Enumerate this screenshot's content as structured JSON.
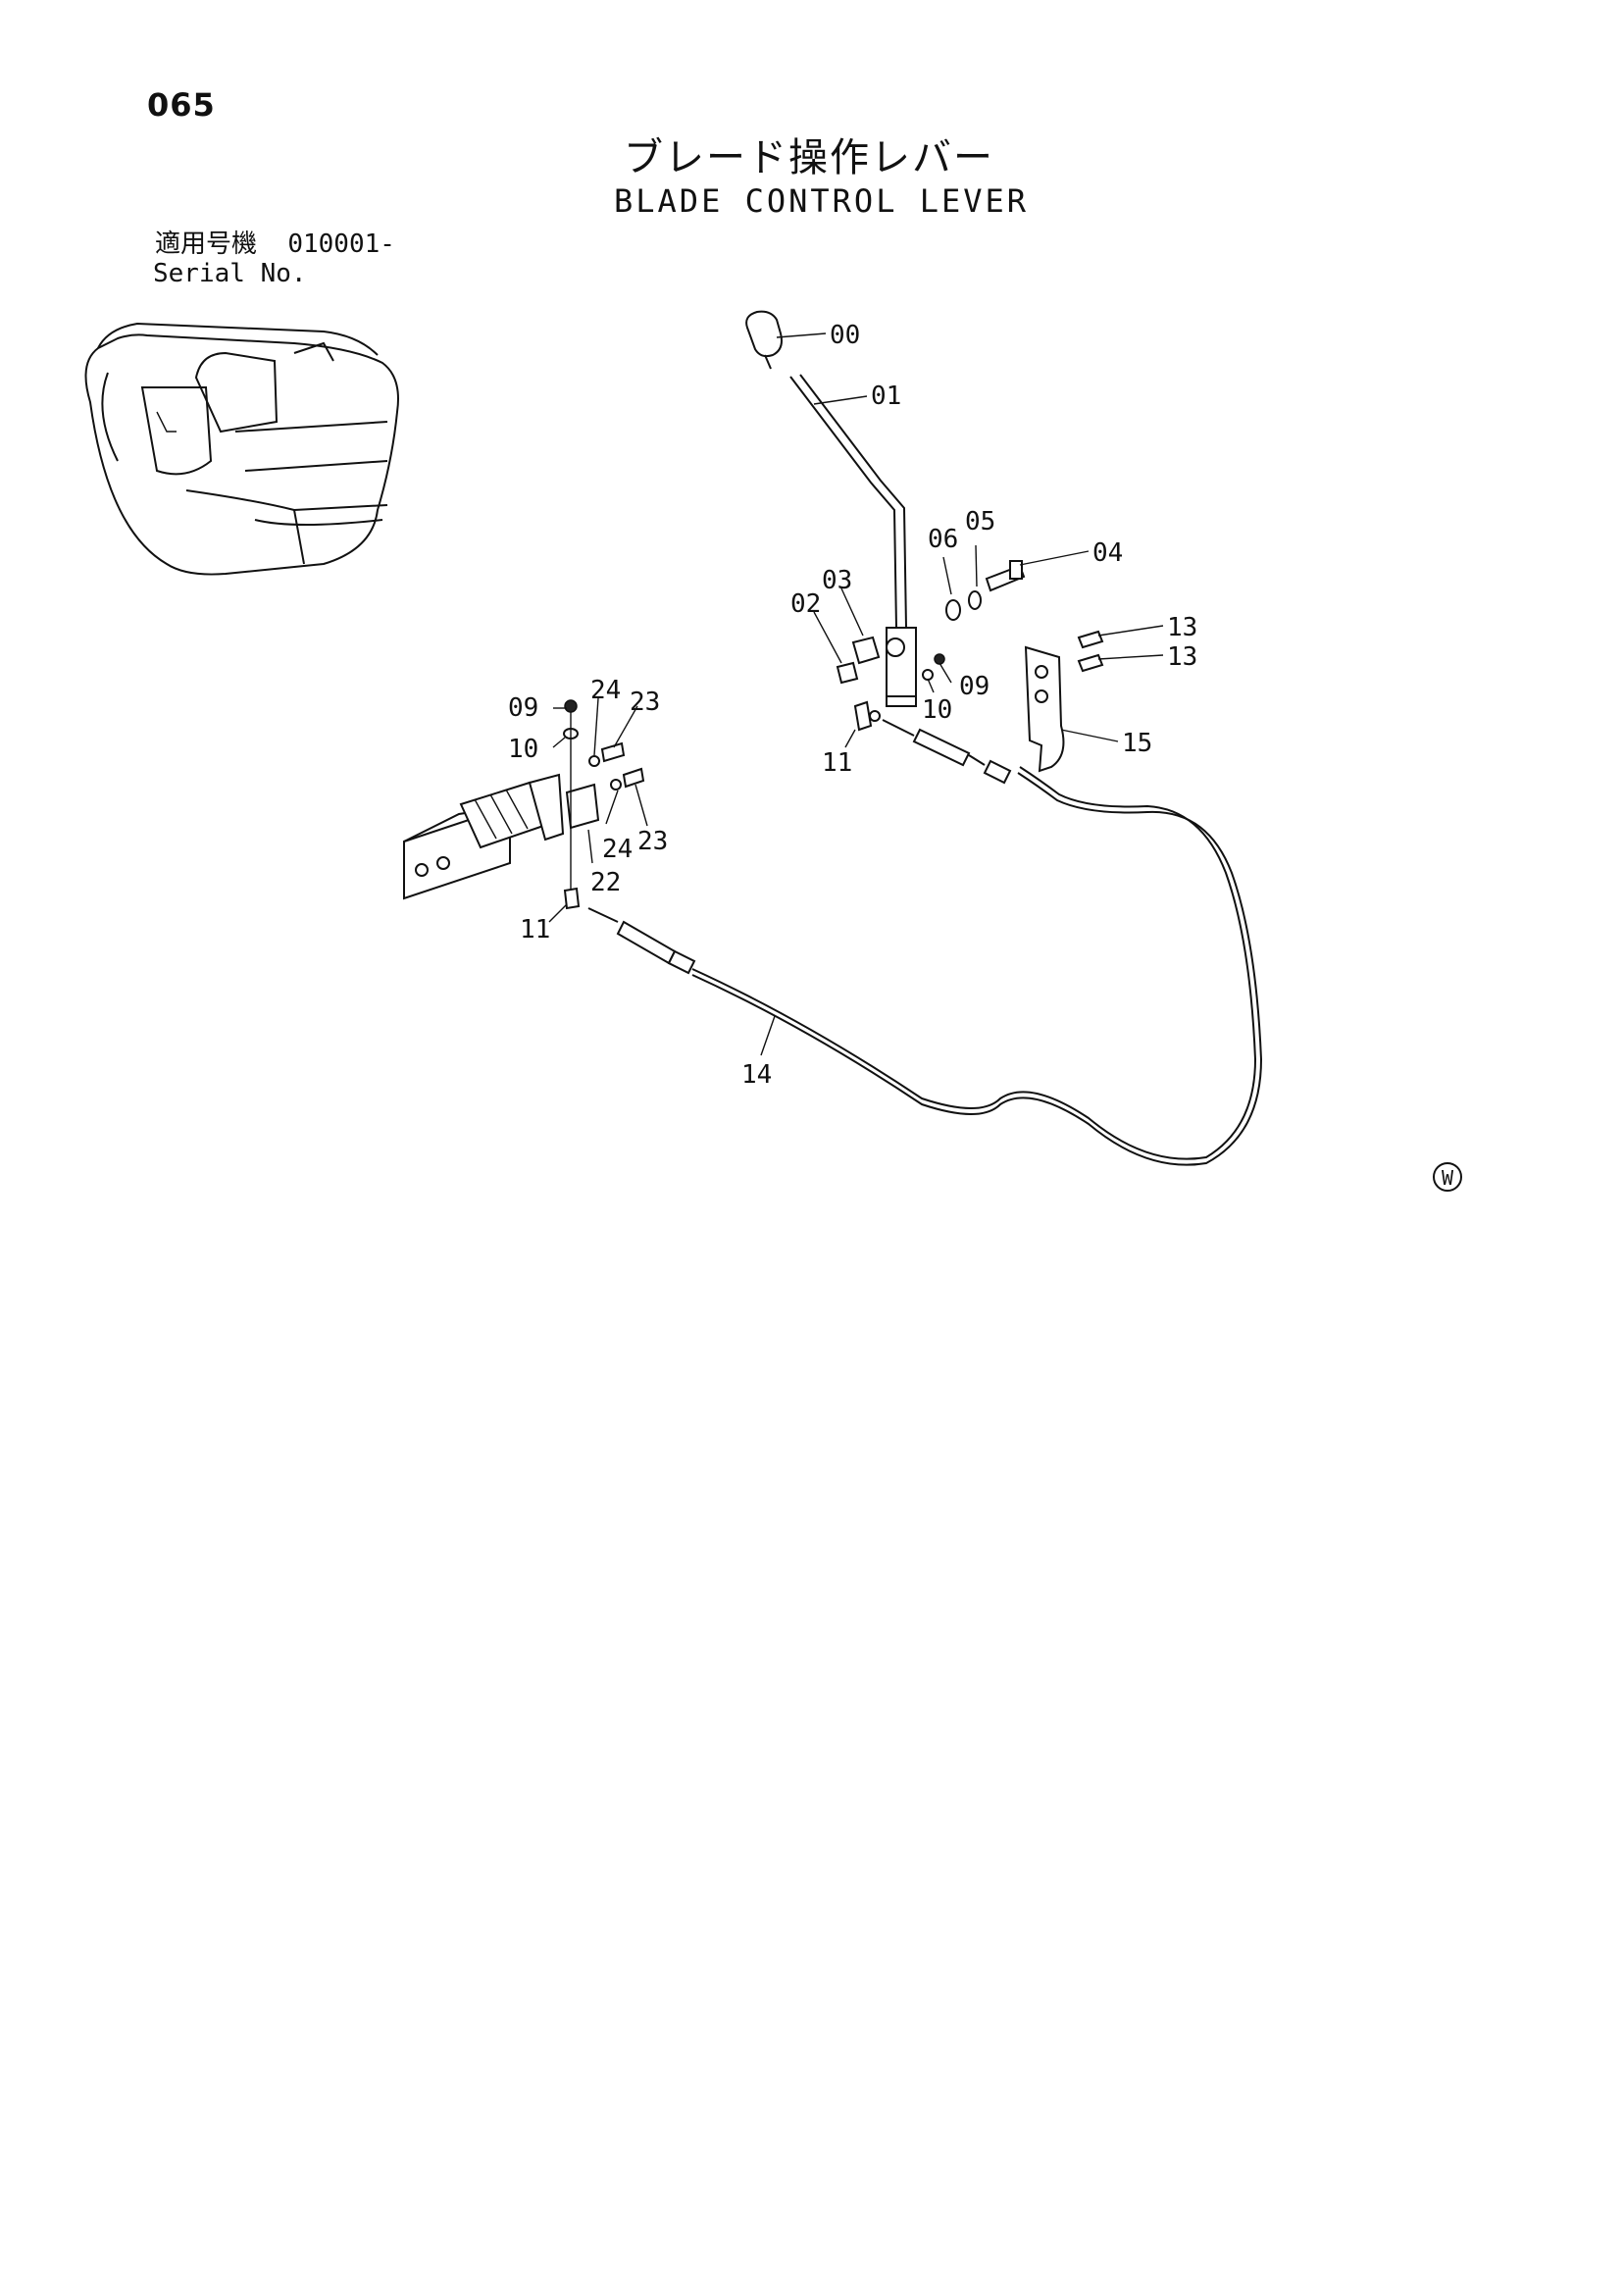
{
  "page_number": "065",
  "title_jp": "ブレード操作レバー",
  "title_en": "BLADE CONTROL LEVER",
  "serial": {
    "label_jp": "適用号機",
    "value": "010001-",
    "label_en": "Serial No."
  },
  "part_labels": [
    {
      "id": "00",
      "text": "00"
    },
    {
      "id": "01",
      "text": "01"
    },
    {
      "id": "06",
      "text": "06"
    },
    {
      "id": "05",
      "text": "05"
    },
    {
      "id": "04",
      "text": "04"
    },
    {
      "id": "03",
      "text": "03"
    },
    {
      "id": "02",
      "text": "02"
    },
    {
      "id": "13a",
      "text": "13"
    },
    {
      "id": "13b",
      "text": "13"
    },
    {
      "id": "09r",
      "text": "09"
    },
    {
      "id": "10r",
      "text": "10"
    },
    {
      "id": "15",
      "text": "15"
    },
    {
      "id": "11r",
      "text": "11"
    },
    {
      "id": "09l",
      "text": "09"
    },
    {
      "id": "24a",
      "text": "24"
    },
    {
      "id": "23a",
      "text": "23"
    },
    {
      "id": "10l",
      "text": "10"
    },
    {
      "id": "24b",
      "text": "24"
    },
    {
      "id": "23b",
      "text": "23"
    },
    {
      "id": "22",
      "text": "22"
    },
    {
      "id": "11l",
      "text": "11"
    },
    {
      "id": "14",
      "text": "14"
    }
  ],
  "mark": "W"
}
